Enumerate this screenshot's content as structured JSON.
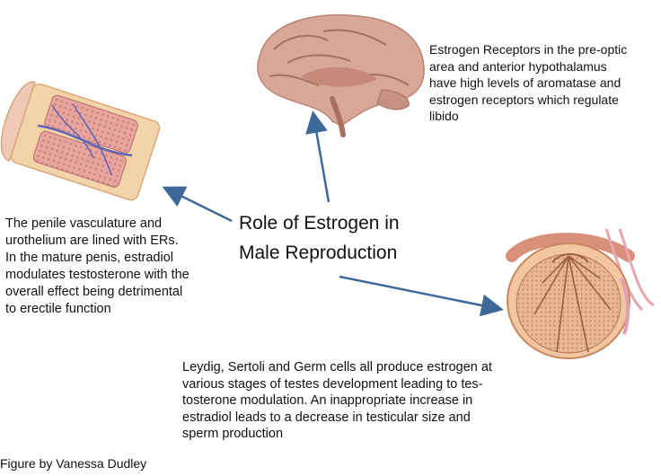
{
  "title": {
    "line1": "Role of Estrogen in",
    "line2": "Male Reproduction"
  },
  "nodes": {
    "brain": {
      "image": "brain-illustration",
      "lines": [
        "Estrogen Receptors in the pre-optic",
        "area and anterior hypothalamus",
        "have high levels of aromatase and",
        "estrogen receptors which regulate",
        "libido"
      ]
    },
    "penis": {
      "image": "penis-cross-section-illustration",
      "lines": [
        "The penile vasculature and",
        "urothelium are lined with ERs.",
        "In the mature penis, estradiol",
        "modulates testosterone with the",
        "overall effect being detrimental",
        "to erectile function"
      ]
    },
    "testis": {
      "image": "testis-illustration",
      "lines": [
        "Leydig, Sertoli and Germ cells all produce estrogen at",
        "various stages of testes development leading to tes-",
        "tosterone modulation. An inappropriate increase in",
        "estradiol leads to a decrease in testicular size and",
        "sperm production"
      ]
    }
  },
  "credit": "Figure by Vanessa Dudley",
  "colors": {
    "arrow": "#3d6898",
    "text": "#111111",
    "brain": "#d9a79a",
    "penis_skin": "#f3d3a8",
    "penis_tissue": "#d98e8e",
    "vessel": "#5d66b8",
    "testis": "#e3ae84"
  }
}
